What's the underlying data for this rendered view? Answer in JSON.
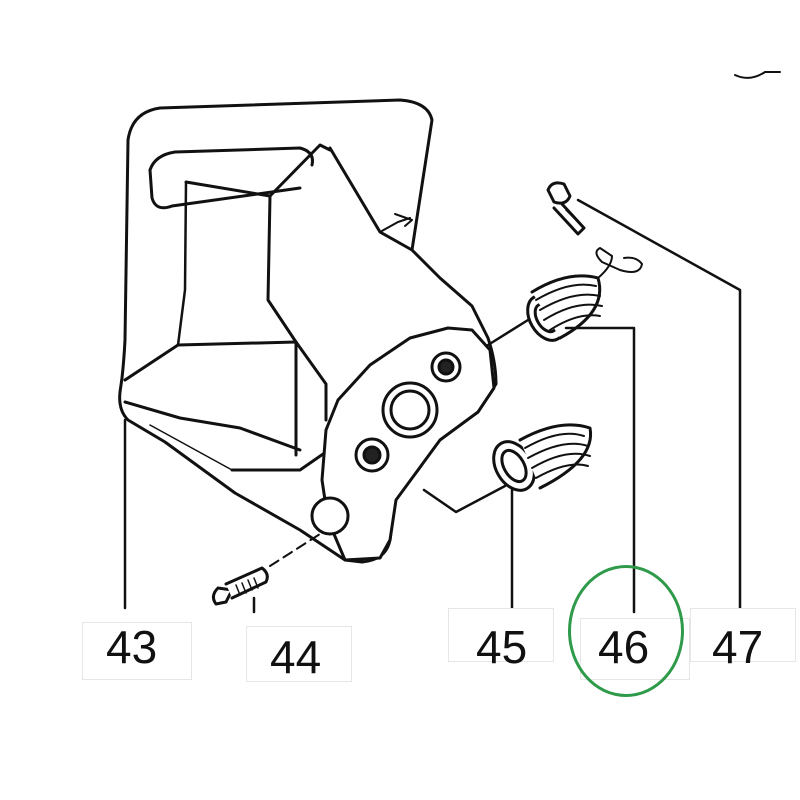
{
  "parts": [
    {
      "id": "43",
      "label": "43"
    },
    {
      "id": "44",
      "label": "44"
    },
    {
      "id": "45",
      "label": "45"
    },
    {
      "id": "46",
      "label": "46"
    },
    {
      "id": "47",
      "label": "47"
    }
  ],
  "highlighted_part": "46",
  "colors": {
    "ink": "#111111",
    "highlight": "#2e9a4a",
    "label_border": "#e6e6e6"
  }
}
